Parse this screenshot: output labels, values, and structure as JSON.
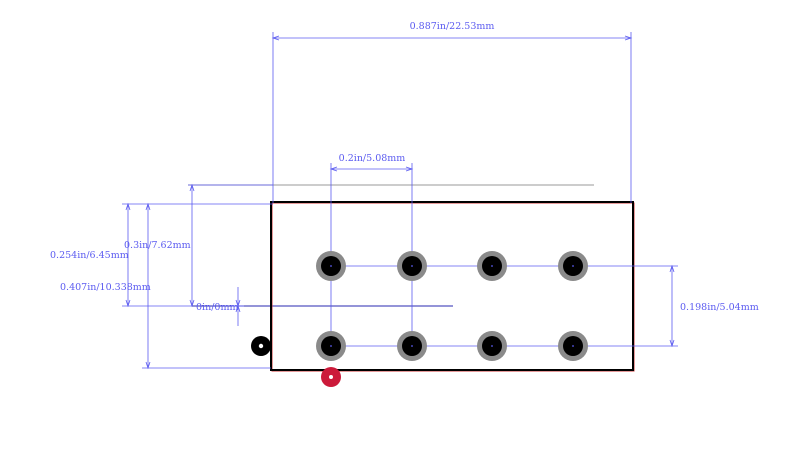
{
  "colors": {
    "dimension": "#5b5bf0",
    "outline": "#000000",
    "outline_accent": "#cc3333",
    "pad_ring": "#8a8a8a",
    "pad_hole": "#000000",
    "pin1_marker": "#cc1a3a",
    "origin_marker": "#000000",
    "courtyard": "#777777"
  },
  "dimensions": {
    "overall_width": "0.887in/22.53mm",
    "pin_pitch": "0.2in/5.08mm",
    "body_height": "0.3in/7.62mm",
    "pad_row_span": "0.254in/6.45mm",
    "total_height": "0.407in/10.338mm",
    "origin": "0in/0mm",
    "row_spacing": "0.198in/5.04mm"
  },
  "footprint": {
    "rows": 2,
    "columns": 4,
    "pin_count": 8
  }
}
